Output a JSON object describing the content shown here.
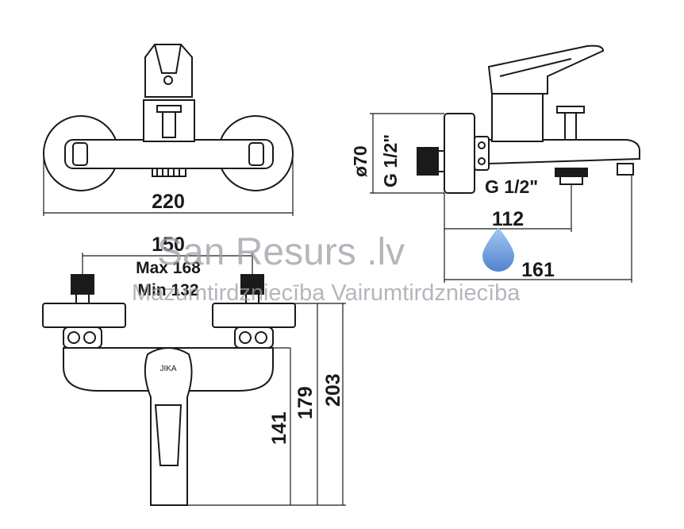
{
  "dimensions": {
    "width_top": "220",
    "thread_side": "G 1/2\"",
    "thread_bottom": "G 1/2\"",
    "diameter": "ø70",
    "depth_inlet": "112",
    "depth_spout": "161",
    "center_distance": "150",
    "center_max": "Max 168",
    "center_min": "Min 132",
    "height_141": "141",
    "height_179": "179",
    "height_203": "203"
  },
  "brand_mark": "JIKA",
  "watermark": {
    "title": "San Resurs .lv",
    "subtitle": "Mazumtirdzniecība Vairumtirdzniecība"
  },
  "colors": {
    "line": "#1a1a1a",
    "drop": "#5b8fd6",
    "watermark": "#9aa0a6"
  }
}
